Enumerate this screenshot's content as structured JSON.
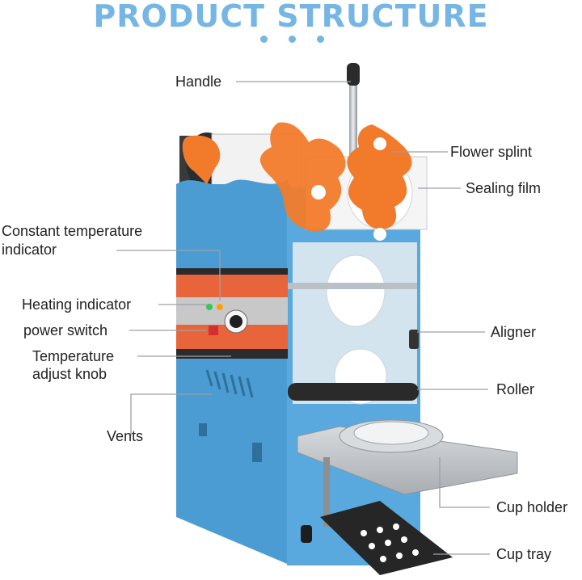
{
  "header": {
    "title": "PRODUCT STRUCTURE"
  },
  "colors": {
    "accent": "#76b6e4",
    "body_blue": "#4c9fd6",
    "splint_orange": "#f27b2b",
    "panel_orange": "#e8643a"
  },
  "labels": {
    "handle": "Handle",
    "flower_splint": "Flower splint",
    "sealing_film": "Sealing film",
    "constant_temp_1": "Constant temperature",
    "constant_temp_2": "indicator",
    "heating_indicator": "Heating indicator",
    "power_switch": "power switch",
    "temp_knob_1": "Temperature",
    "temp_knob_2": "adjust knob",
    "vents": "Vents",
    "aligner": "Aligner",
    "roller": "Roller",
    "cup_holder": "Cup holder",
    "cup_tray": "Cup tray"
  }
}
